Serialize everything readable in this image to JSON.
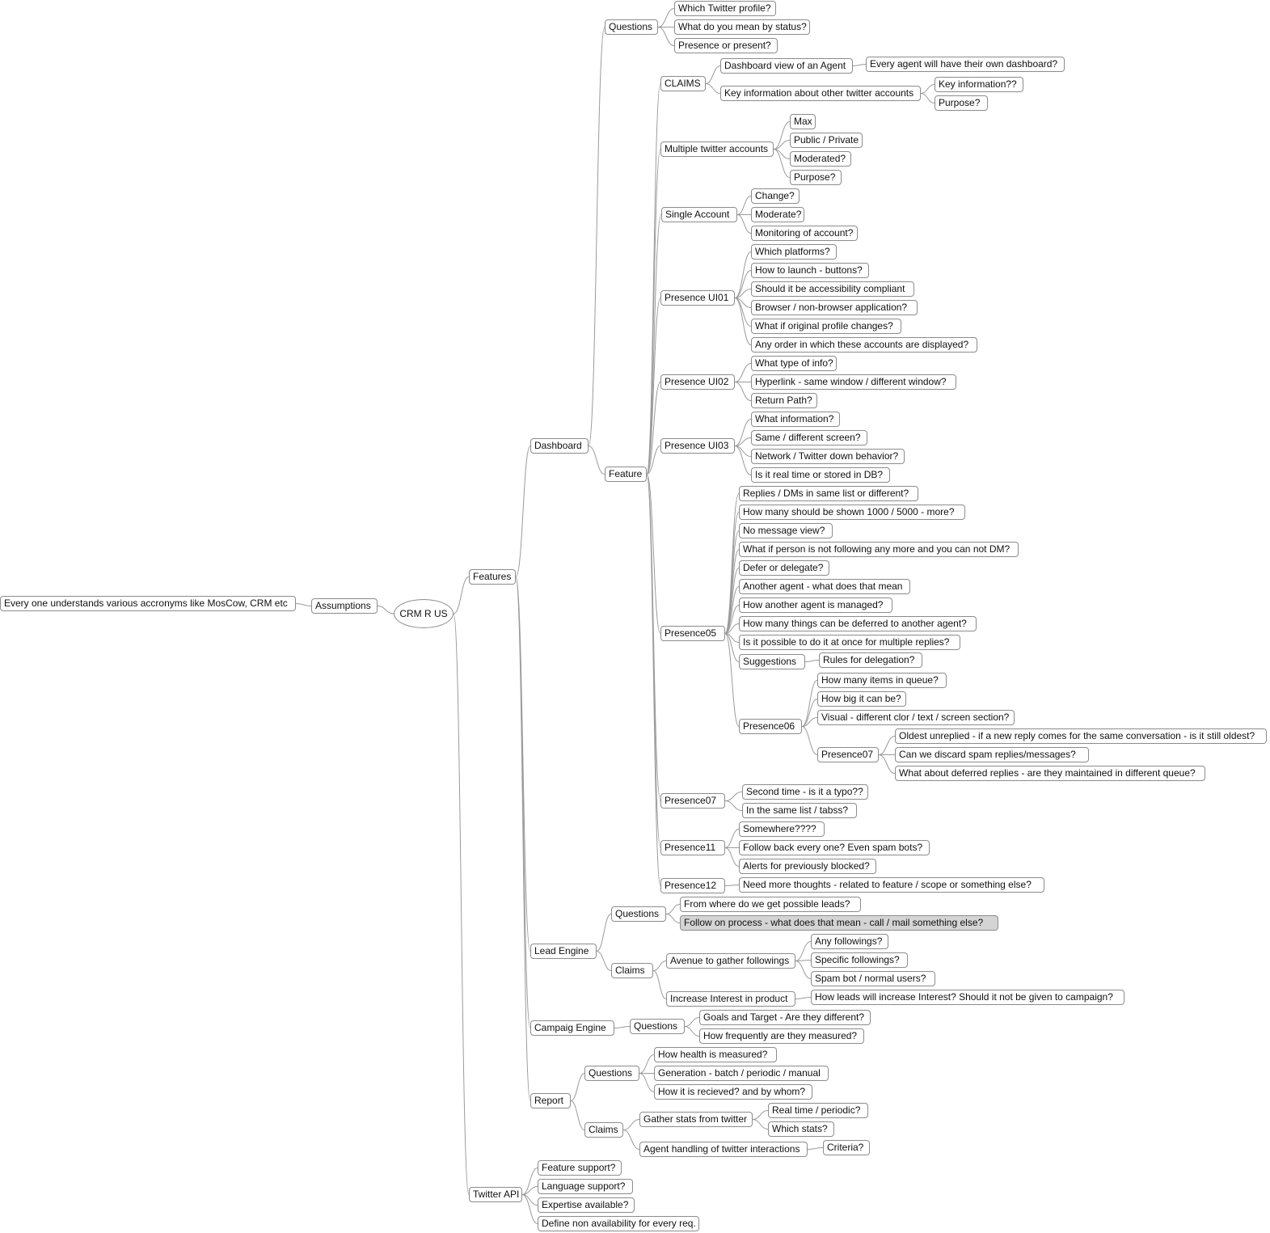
{
  "theme": {
    "line_color": "#9a9a9a",
    "border_color": "#8c8c8c",
    "selected_fill": "#d4d4d4"
  },
  "nodes": [
    {
      "id": "root",
      "label": "CRM R US"
    },
    {
      "id": "assumptions",
      "label": "Assumptions",
      "parent": "root"
    },
    {
      "id": "assume1",
      "label": "Every one understands various accronyms like MosCow, CRM etc",
      "parent": "assumptions"
    },
    {
      "id": "features",
      "label": "Features",
      "parent": "root"
    },
    {
      "id": "twitterapi",
      "label": "Twitter API",
      "parent": "root"
    },
    {
      "id": "dashboard",
      "label": "Dashboard",
      "parent": "features"
    },
    {
      "id": "leadengine",
      "label": "Lead Engine",
      "parent": "features"
    },
    {
      "id": "campaign",
      "label": "Campaig Engine",
      "parent": "features"
    },
    {
      "id": "report",
      "label": "Report",
      "parent": "features"
    },
    {
      "id": "d_questions",
      "label": "Questions",
      "parent": "dashboard"
    },
    {
      "id": "dq1",
      "label": "Which Twitter profile?",
      "parent": "d_questions"
    },
    {
      "id": "dq2",
      "label": "What do you mean by status?",
      "parent": "d_questions"
    },
    {
      "id": "dq3",
      "label": "Presence or present?",
      "parent": "d_questions"
    },
    {
      "id": "d_feature",
      "label": "Feature",
      "parent": "dashboard"
    },
    {
      "id": "claims",
      "label": "CLAIMS",
      "parent": "d_feature"
    },
    {
      "id": "c1",
      "label": "Dashboard view of an Agent",
      "parent": "claims"
    },
    {
      "id": "c1a",
      "label": "Every agent will have their own dashboard?",
      "parent": "c1"
    },
    {
      "id": "c2",
      "label": "Key information about other twitter accounts",
      "parent": "claims"
    },
    {
      "id": "c2a",
      "label": "Key information??",
      "parent": "c2"
    },
    {
      "id": "c2b",
      "label": "Purpose?",
      "parent": "c2"
    },
    {
      "id": "multi",
      "label": "Multiple twitter accounts",
      "parent": "d_feature"
    },
    {
      "id": "m1",
      "label": "Max",
      "parent": "multi"
    },
    {
      "id": "m2",
      "label": "Public / Private",
      "parent": "multi"
    },
    {
      "id": "m3",
      "label": "Moderated?",
      "parent": "multi"
    },
    {
      "id": "m4",
      "label": "Purpose?",
      "parent": "multi"
    },
    {
      "id": "single",
      "label": "Single Account",
      "parent": "d_feature"
    },
    {
      "id": "s1",
      "label": "Change?",
      "parent": "single"
    },
    {
      "id": "s2",
      "label": "Moderate?",
      "parent": "single"
    },
    {
      "id": "s3",
      "label": "Monitoring of account?",
      "parent": "single"
    },
    {
      "id": "ui01",
      "label": "Presence UI01",
      "parent": "d_feature"
    },
    {
      "id": "u1a",
      "label": "Which platforms?",
      "parent": "ui01"
    },
    {
      "id": "u1b",
      "label": "How to launch - buttons?",
      "parent": "ui01"
    },
    {
      "id": "u1c",
      "label": "Should it be accessibility compliant",
      "parent": "ui01"
    },
    {
      "id": "u1d",
      "label": "Browser / non-browser application?",
      "parent": "ui01"
    },
    {
      "id": "u1e",
      "label": "What if original profile changes?",
      "parent": "ui01"
    },
    {
      "id": "u1f",
      "label": "Any order in which these accounts are displayed?",
      "parent": "ui01"
    },
    {
      "id": "ui02",
      "label": "Presence UI02",
      "parent": "d_feature"
    },
    {
      "id": "u2a",
      "label": "What type of info?",
      "parent": "ui02"
    },
    {
      "id": "u2b",
      "label": "Hyperlink - same window / different window?",
      "parent": "ui02"
    },
    {
      "id": "u2c",
      "label": "Return Path?",
      "parent": "ui02"
    },
    {
      "id": "ui03",
      "label": "Presence UI03",
      "parent": "d_feature"
    },
    {
      "id": "u3a",
      "label": "What information?",
      "parent": "ui03"
    },
    {
      "id": "u3b",
      "label": "Same / different screen?",
      "parent": "ui03"
    },
    {
      "id": "u3c",
      "label": "Network / Twitter down behavior?",
      "parent": "ui03"
    },
    {
      "id": "u3d",
      "label": "Is it real time or stored in DB?",
      "parent": "ui03"
    },
    {
      "id": "p05",
      "label": "Presence05",
      "parent": "d_feature"
    },
    {
      "id": "p5a",
      "label": "Replies / DMs in same list or different?",
      "parent": "p05"
    },
    {
      "id": "p5b",
      "label": "How many should be shown 1000 / 5000 - more?",
      "parent": "p05"
    },
    {
      "id": "p5c",
      "label": "No message view?",
      "parent": "p05"
    },
    {
      "id": "p5d",
      "label": "What if person is not following any more and you can not DM?",
      "parent": "p05"
    },
    {
      "id": "p5e",
      "label": "Defer or delegate?",
      "parent": "p05"
    },
    {
      "id": "p5f",
      "label": "Another agent - what does that mean",
      "parent": "p05"
    },
    {
      "id": "p5g",
      "label": "How another agent is managed?",
      "parent": "p05"
    },
    {
      "id": "p5h",
      "label": "How many things can be deferred to another agent?",
      "parent": "p05"
    },
    {
      "id": "p5i",
      "label": "Is it possible to do it at once for multiple replies?",
      "parent": "p05"
    },
    {
      "id": "p5j",
      "label": "Suggestions",
      "parent": "p05"
    },
    {
      "id": "p5j1",
      "label": "Rules for delegation?",
      "parent": "p5j"
    },
    {
      "id": "p06",
      "label": "Presence06",
      "parent": "p05"
    },
    {
      "id": "p6a",
      "label": "How many items in queue?",
      "parent": "p06"
    },
    {
      "id": "p6b",
      "label": "How big it can be?",
      "parent": "p06"
    },
    {
      "id": "p6c",
      "label": "Visual - different clor / text / screen section?",
      "parent": "p06"
    },
    {
      "id": "p6d",
      "label": "Presence07",
      "parent": "p06"
    },
    {
      "id": "p6d1",
      "label": "Oldest unreplied - if a new reply comes for the same conversation - is it still oldest?",
      "parent": "p6d"
    },
    {
      "id": "p6d2",
      "label": "Can we discard spam replies/messages?",
      "parent": "p6d"
    },
    {
      "id": "p6d3",
      "label": "What about deferred replies - are they maintained in different queue?",
      "parent": "p6d"
    },
    {
      "id": "p07",
      "label": "Presence07",
      "parent": "d_feature"
    },
    {
      "id": "p7a",
      "label": "Second time - is it a typo??",
      "parent": "p07"
    },
    {
      "id": "p7b",
      "label": "In the same list / tabss?",
      "parent": "p07"
    },
    {
      "id": "p11",
      "label": "Presence11",
      "parent": "d_feature"
    },
    {
      "id": "p11a",
      "label": "Somewhere????",
      "parent": "p11"
    },
    {
      "id": "p11b",
      "label": "Follow back every one? Even spam bots?",
      "parent": "p11"
    },
    {
      "id": "p11c",
      "label": "Alerts for previously blocked?",
      "parent": "p11"
    },
    {
      "id": "p12",
      "label": "Presence12",
      "parent": "d_feature"
    },
    {
      "id": "p12a",
      "label": "Need more thoughts - related to feature / scope or something else?",
      "parent": "p12"
    },
    {
      "id": "l_questions",
      "label": "Questions",
      "parent": "leadengine"
    },
    {
      "id": "lq1",
      "label": "From where do we get possible leads?",
      "parent": "l_questions"
    },
    {
      "id": "lq2",
      "label": "Follow on process - what does that mean - call / mail something else?",
      "parent": "l_questions",
      "selected": true
    },
    {
      "id": "l_claims",
      "label": "Claims",
      "parent": "leadengine"
    },
    {
      "id": "lc1",
      "label": "Avenue to gather followings",
      "parent": "l_claims"
    },
    {
      "id": "lc1a",
      "label": "Any followings?",
      "parent": "lc1"
    },
    {
      "id": "lc1b",
      "label": "Specific followings?",
      "parent": "lc1"
    },
    {
      "id": "lc1c",
      "label": "Spam bot / normal users?",
      "parent": "lc1"
    },
    {
      "id": "lc2",
      "label": "Increase Interest in product",
      "parent": "l_claims"
    },
    {
      "id": "lc2a",
      "label": "How leads will increase Interest? Should it not be given to campaign?",
      "parent": "lc2"
    },
    {
      "id": "c_questions",
      "label": "Questions",
      "parent": "campaign"
    },
    {
      "id": "cq1",
      "label": "Goals and Target - Are they different?",
      "parent": "c_questions"
    },
    {
      "id": "cq2",
      "label": "How frequently are they measured?",
      "parent": "c_questions"
    },
    {
      "id": "r_questions",
      "label": "Questions",
      "parent": "report"
    },
    {
      "id": "rq1",
      "label": "How health is measured?",
      "parent": "r_questions"
    },
    {
      "id": "rq2",
      "label": "Generation - batch / periodic / manual",
      "parent": "r_questions"
    },
    {
      "id": "rq3",
      "label": "How it is recieved? and by whom?",
      "parent": "r_questions"
    },
    {
      "id": "r_claims",
      "label": "Claims",
      "parent": "report"
    },
    {
      "id": "rc1",
      "label": "Gather stats from twitter",
      "parent": "r_claims"
    },
    {
      "id": "rc1a",
      "label": "Real time / periodic?",
      "parent": "rc1"
    },
    {
      "id": "rc1b",
      "label": "Which stats?",
      "parent": "rc1"
    },
    {
      "id": "rc2",
      "label": "Agent handling of twitter interactions",
      "parent": "r_claims"
    },
    {
      "id": "rc2a",
      "label": "Criteria?",
      "parent": "rc2"
    },
    {
      "id": "ta1",
      "label": "Feature support?",
      "parent": "twitterapi"
    },
    {
      "id": "ta2",
      "label": "Language support?",
      "parent": "twitterapi"
    },
    {
      "id": "ta3",
      "label": "Expertise available?",
      "parent": "twitterapi"
    },
    {
      "id": "ta4",
      "label": "Define non availability for every req.",
      "parent": "twitterapi"
    }
  ]
}
